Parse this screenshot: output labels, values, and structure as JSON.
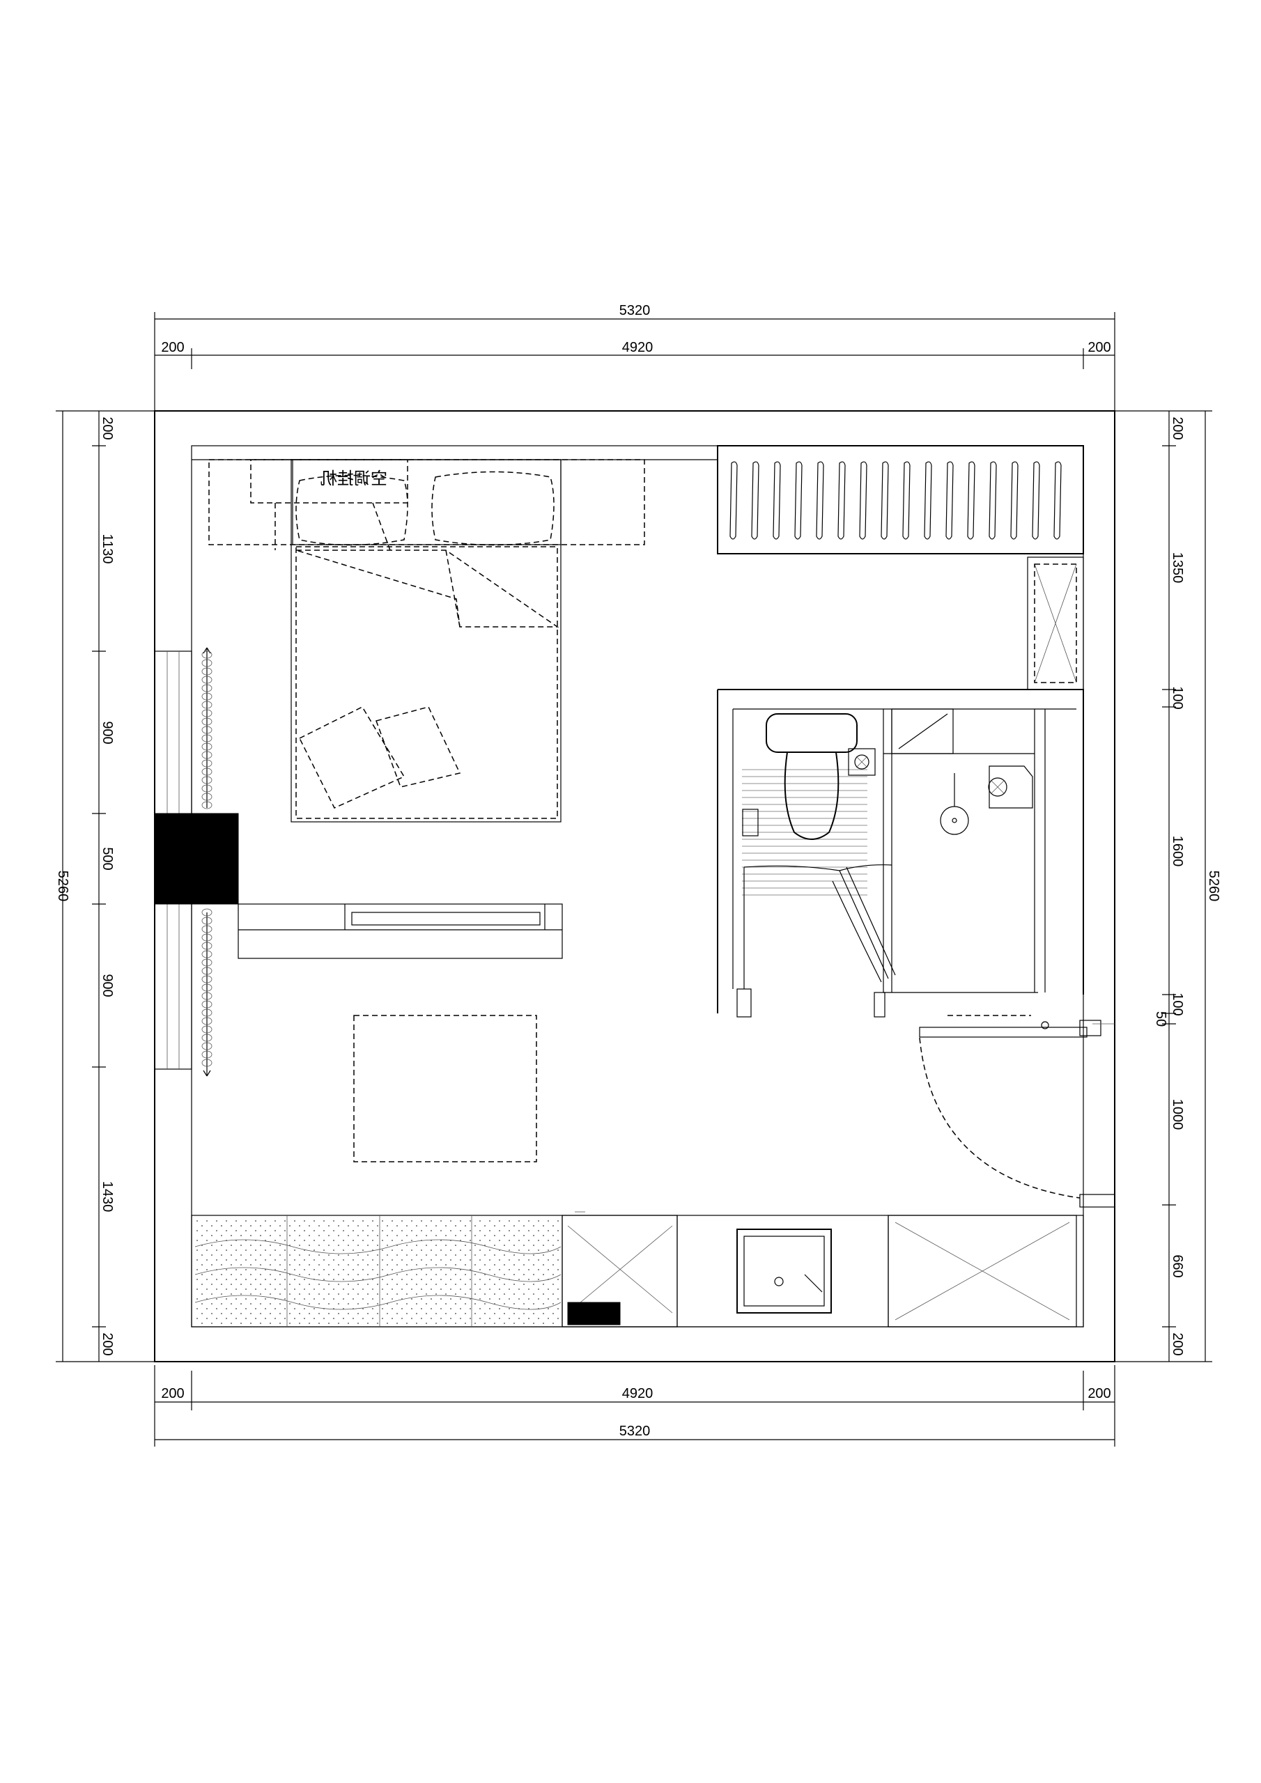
{
  "dimensions": {
    "top_total": "5320",
    "top_left_wall": "200",
    "top_inner": "4920",
    "top_right_wall": "200",
    "bottom_left_wall": "200",
    "bottom_inner": "4920",
    "bottom_right_wall": "200",
    "bottom_total": "5320",
    "left_total": "5260",
    "left_segments": [
      "200",
      "1130",
      "900",
      "500",
      "900",
      "1430",
      "200"
    ],
    "right_total": "5260",
    "right_segments": [
      "200",
      "1350",
      "100",
      "1600",
      "100",
      "50",
      "1000",
      "660",
      "200"
    ]
  },
  "labels": {
    "air_conditioner": "空调挂机"
  },
  "icon_names": [
    "door-swing-icon",
    "toilet-icon",
    "floor-drain-icon",
    "shower-head-icon",
    "sink-icon",
    "radiator-icon",
    "pillow-icon"
  ],
  "colors": {
    "line": "#000000",
    "background": "#ffffff",
    "fill_solid": "#000000"
  }
}
